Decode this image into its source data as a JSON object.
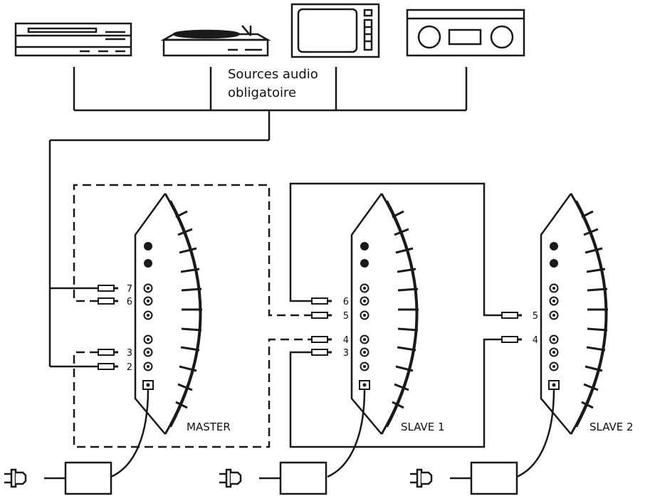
{
  "sources_label": [
    "Sources audio",
    "obligatoire"
  ],
  "source_devices": [
    "cd-player",
    "turntable",
    "television",
    "radio"
  ],
  "units": [
    {
      "id": "master",
      "label": "MASTER",
      "port_labels": [
        "7",
        "6",
        "3",
        "2"
      ]
    },
    {
      "id": "slave1",
      "label": "SLAVE 1",
      "port_labels": [
        "6",
        "5",
        "4",
        "3"
      ]
    },
    {
      "id": "slave2",
      "label": "SLAVE 2",
      "port_labels": [
        "5",
        "4"
      ]
    }
  ],
  "colors": {
    "line": "#1a1a1a",
    "background": "#ffffff"
  }
}
